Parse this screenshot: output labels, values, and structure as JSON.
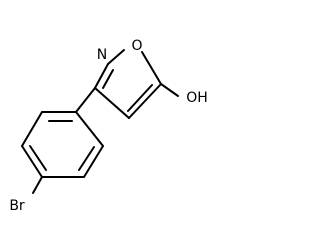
{
  "molecule": {
    "atoms": {
      "n": "N",
      "o": "O",
      "oh": "OH",
      "br": "Br"
    }
  }
}
